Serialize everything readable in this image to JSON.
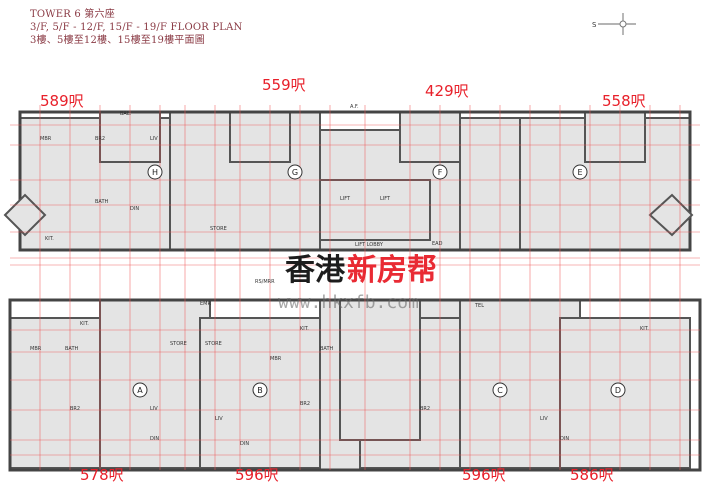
{
  "header": {
    "line1": "TOWER 6  第六座",
    "line2": "3/F, 5/F - 12/F, 15/F - 19/F FLOOR PLAN",
    "line3": "3樓、5樓至12樓、15樓至19樓平面圖"
  },
  "compass": {
    "label": "S",
    "icon": "compass-star-icon"
  },
  "units": [
    {
      "letter": "H",
      "area": "589呎"
    },
    {
      "letter": "G",
      "area": "559呎"
    },
    {
      "letter": "F",
      "area": "429呎"
    },
    {
      "letter": "E",
      "area": "558呎"
    },
    {
      "letter": "A",
      "area": "578呎"
    },
    {
      "letter": "B",
      "area": "596呎"
    },
    {
      "letter": "C",
      "area": "596呎"
    },
    {
      "letter": "D",
      "area": "586呎"
    }
  ],
  "rooms": [
    "MBR",
    "BR2",
    "LIV",
    "DIN",
    "KIT.",
    "BATH",
    "STORE",
    "BAL.",
    "LIFT",
    "LIFT",
    "LIFT LOBBY",
    "EAD",
    "EMR",
    "TEL",
    "A.F.",
    "RS/MRR",
    "MBR",
    "BR2",
    "LIV",
    "DIN",
    "KIT.",
    "BATH",
    "STORE",
    "MBR",
    "BR2",
    "LIV",
    "DIN",
    "KIT.",
    "BATH",
    "STORE",
    "BR2",
    "LIV",
    "DIN",
    "KIT."
  ],
  "watermark": {
    "black": "香港",
    "red": "新房帮",
    "url": "www.hkxfb.com"
  },
  "colors": {
    "area_label": "#e8202a",
    "dimension_lines": "#e55555",
    "header": "#8a3a44"
  }
}
